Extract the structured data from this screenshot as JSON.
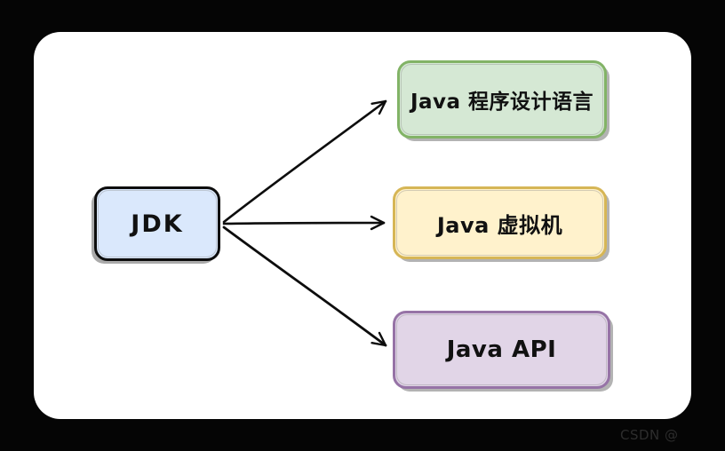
{
  "page": {
    "background_color": "#050505",
    "card_background_color": "#ffffff"
  },
  "diagram": {
    "nodes": [
      {
        "id": "jdk",
        "label": "JDK",
        "fill": "#dae8fc",
        "stroke": "#0d0d0d"
      },
      {
        "id": "java-language",
        "label": "Java 程序设计语言",
        "fill": "#d5e8d4",
        "stroke": "#82b366"
      },
      {
        "id": "java-vm",
        "label": "Java 虚拟机",
        "fill": "#fff2cc",
        "stroke": "#d6b656"
      },
      {
        "id": "java-api",
        "label": "Java API",
        "fill": "#e1d5e7",
        "stroke": "#9673a6"
      }
    ],
    "edges": [
      {
        "from": "JDK",
        "to": "Java 程序设计语言",
        "style": "open-arrow"
      },
      {
        "from": "JDK",
        "to": "Java 虚拟机",
        "style": "open-arrow"
      },
      {
        "from": "JDK",
        "to": "Java API",
        "style": "open-arrow"
      }
    ],
    "edge_color": "#0d0d0d"
  },
  "watermark": {
    "text": "CSDN @",
    "color": "#2d2d2d"
  }
}
